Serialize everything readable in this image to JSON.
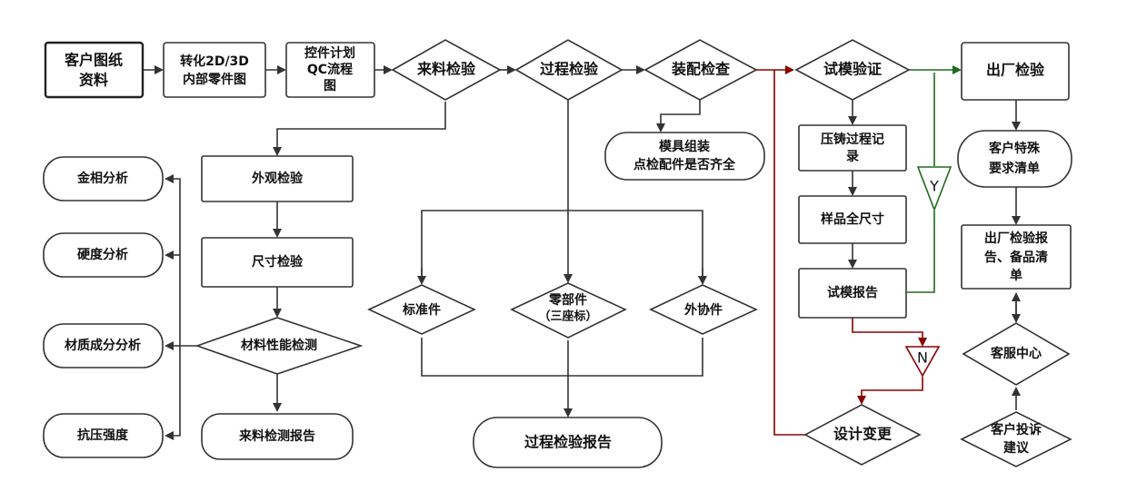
{
  "nodes": {
    "customer_drawing": [
      "客户图纸",
      "资料"
    ],
    "convert_2d3d": [
      "转化2D/3D",
      "内部零件图"
    ],
    "qc_plan": [
      "控件计划",
      "QC流程",
      "图"
    ],
    "incoming_inspection": "来料检验",
    "process_inspection": "过程检验",
    "assembly_check": "装配检查",
    "trial_mold_verify": "试模验证",
    "factory_inspection": "出厂检验",
    "mold_assembly": [
      "模具组装",
      "点检配件是否齐全"
    ],
    "appearance_inspection": "外观检验",
    "dimension_inspection": "尺寸检验",
    "material_performance": "材料性能检测",
    "incoming_report": "来料检测报告",
    "metallographic": "金相分析",
    "hardness": "硬度分析",
    "composition": "材质成分分析",
    "compressive_strength": "抗压强度",
    "standard_parts": "标准件",
    "parts_3coord": [
      "零部件",
      "（三座标）"
    ],
    "outsourced_parts": "外协件",
    "process_report": "过程检验报告",
    "die_casting_record": [
      "压铸过程记",
      "录"
    ],
    "sample_full_dimension": "样品全尺寸",
    "trial_mold_report": "试模报告",
    "design_change": "设计变更",
    "yes_marker": "Y",
    "no_marker": "N",
    "customer_special": [
      "客户特殊",
      "要求清单"
    ],
    "factory_report": [
      "出厂检验报",
      "告、备品清",
      "单"
    ],
    "customer_service": "客服中心",
    "customer_complaint": [
      "客户投诉",
      "建议"
    ]
  },
  "colors": {
    "reject_path": "#8b0000",
    "accept_path": "#1e6b1e",
    "line": "#333333"
  }
}
